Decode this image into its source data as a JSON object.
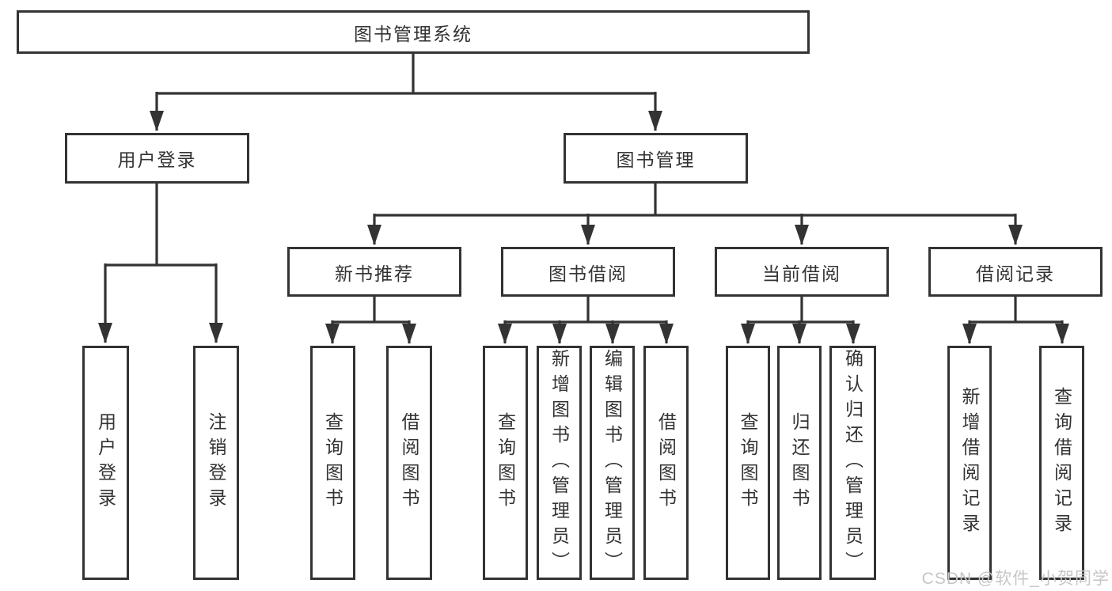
{
  "diagram": {
    "title": "图书管理系统",
    "tree": {
      "root": {
        "label": "图书管理系统"
      },
      "children": [
        {
          "label": "用户登录",
          "children": [
            {
              "label": "用户登录"
            },
            {
              "label": "注销登录"
            }
          ]
        },
        {
          "label": "图书管理",
          "children": [
            {
              "label": "新书推荐",
              "children": [
                {
                  "label": "查询图书"
                },
                {
                  "label": "借阅图书"
                }
              ]
            },
            {
              "label": "图书借阅",
              "children": [
                {
                  "label": "查询图书"
                },
                {
                  "label": "新增图书（管理员）"
                },
                {
                  "label": "编辑图书（管理员）"
                },
                {
                  "label": "借阅图书"
                }
              ]
            },
            {
              "label": "当前借阅",
              "children": [
                {
                  "label": "查询图书"
                },
                {
                  "label": "归还图书"
                },
                {
                  "label": "确认归还（管理员）"
                }
              ]
            },
            {
              "label": "借阅记录",
              "children": [
                {
                  "label": "新增借阅记录"
                },
                {
                  "label": "查询借阅记录"
                }
              ]
            }
          ]
        }
      ]
    },
    "watermark": "CSDN @软件_小贺同学",
    "colors": {
      "line": "#333333",
      "text": "#333333",
      "box_background": "#ffffff",
      "watermark": "#c6c6c6",
      "background": "#ffffff"
    }
  }
}
